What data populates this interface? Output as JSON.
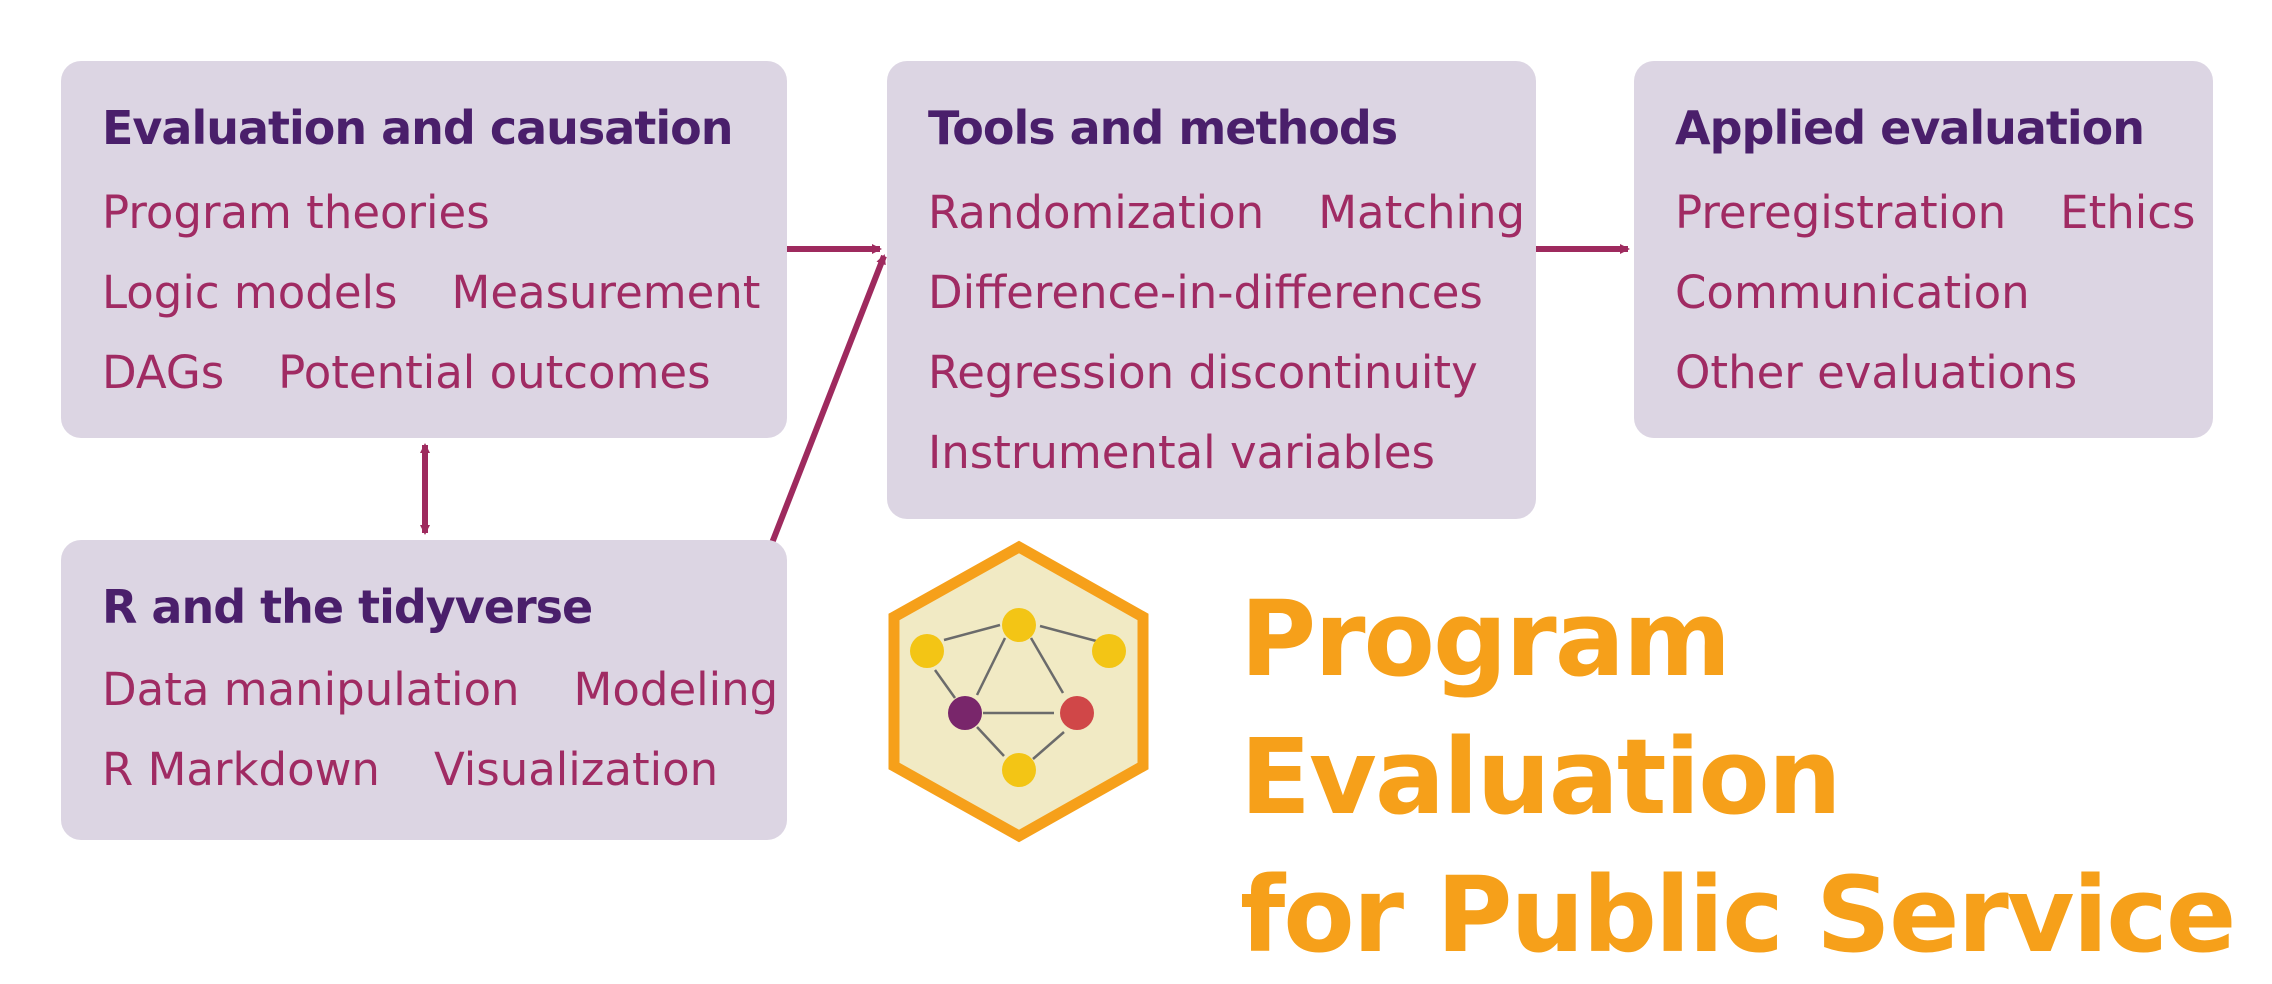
{
  "boxes": {
    "evaluation": {
      "heading": "Evaluation and causation",
      "rows": [
        [
          "Program theories"
        ],
        [
          "Logic models",
          "Measurement"
        ],
        [
          "DAGs",
          "Potential outcomes"
        ]
      ]
    },
    "tidyverse": {
      "heading": "R and the tidyverse",
      "rows": [
        [
          "Data manipulation",
          "Modeling"
        ],
        [
          "R Markdown",
          "Visualization"
        ]
      ]
    },
    "tools": {
      "heading": "Tools and methods",
      "rows": [
        [
          "Randomization",
          "Matching"
        ],
        [
          "Difference-in-differences"
        ],
        [
          "Regression discontinuity"
        ],
        [
          "Instrumental variables"
        ]
      ]
    },
    "applied": {
      "heading": "Applied evaluation",
      "rows": [
        [
          "Preregistration",
          "Ethics"
        ],
        [
          "Communication"
        ],
        [
          "Other evaluations"
        ]
      ]
    }
  },
  "title": {
    "line1": "Program Evaluation",
    "line2": "for Public Service"
  },
  "colors": {
    "box": "#dcd5e3",
    "heading": "#4a1f6b",
    "item": "#a02b63",
    "arrow": "#9e2a5e",
    "title": "#f6a01a"
  }
}
